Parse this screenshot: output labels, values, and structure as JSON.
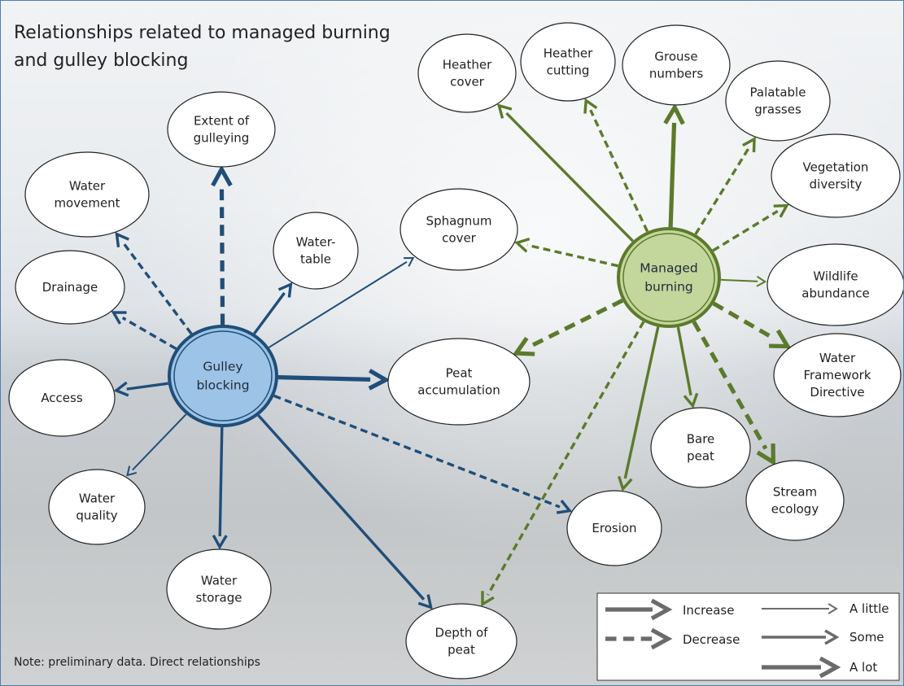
{
  "title_lines": [
    "Relationships related to managed burning",
    "and gulley blocking"
  ],
  "note": "Note: preliminary data. Direct relationships",
  "colors": {
    "gulley": "#1f4e79",
    "burning": "#5c7a2c",
    "gulley_fill": "#9dc3e6",
    "burning_fill": "#c3d69b",
    "legend": "#6b6b6b"
  },
  "hubs": [
    {
      "id": "gulley",
      "lines": [
        "Gulley",
        "blocking"
      ]
    },
    {
      "id": "burning",
      "lines": [
        "Managed",
        "burning"
      ]
    }
  ],
  "nodes": [
    {
      "id": "extent_gulleying",
      "lines": [
        "Extent of",
        "gulleying"
      ]
    },
    {
      "id": "water_movement",
      "lines": [
        "Water",
        "movement"
      ]
    },
    {
      "id": "drainage",
      "lines": [
        "Drainage"
      ]
    },
    {
      "id": "access",
      "lines": [
        "Access"
      ]
    },
    {
      "id": "water_quality",
      "lines": [
        "Water",
        "quality"
      ]
    },
    {
      "id": "water_storage",
      "lines": [
        "Water",
        "storage"
      ]
    },
    {
      "id": "water_table",
      "lines": [
        "Water-",
        "table"
      ]
    },
    {
      "id": "sphagnum_cover",
      "lines": [
        "Sphagnum",
        "cover"
      ]
    },
    {
      "id": "peat_accumulation",
      "lines": [
        "Peat",
        "accumulation"
      ]
    },
    {
      "id": "depth_of_peat",
      "lines": [
        "Depth of",
        "peat"
      ]
    },
    {
      "id": "erosion",
      "lines": [
        "Erosion"
      ]
    },
    {
      "id": "heather_cover",
      "lines": [
        "Heather",
        "cover"
      ]
    },
    {
      "id": "heather_cutting",
      "lines": [
        "Heather",
        "cutting"
      ]
    },
    {
      "id": "grouse_numbers",
      "lines": [
        "Grouse",
        "numbers"
      ]
    },
    {
      "id": "palatable_grasses",
      "lines": [
        "Palatable",
        "grasses"
      ]
    },
    {
      "id": "vegetation_diversity",
      "lines": [
        "Vegetation",
        "diversity"
      ]
    },
    {
      "id": "wildlife_abundance",
      "lines": [
        "Wildlife",
        "abundance"
      ]
    },
    {
      "id": "water_framework_directive",
      "lines": [
        "Water",
        "Framework",
        "Directive"
      ]
    },
    {
      "id": "bare_peat",
      "lines": [
        "Bare",
        "peat"
      ]
    },
    {
      "id": "stream_ecology",
      "lines": [
        "Stream",
        "ecology"
      ]
    }
  ],
  "relationships": [
    {
      "from": "gulley",
      "to": "extent_gulleying",
      "effect": "decrease",
      "strength": "a lot"
    },
    {
      "from": "gulley",
      "to": "water_movement",
      "effect": "decrease",
      "strength": "some"
    },
    {
      "from": "gulley",
      "to": "drainage",
      "effect": "decrease",
      "strength": "some"
    },
    {
      "from": "gulley",
      "to": "access",
      "effect": "increase",
      "strength": "some"
    },
    {
      "from": "gulley",
      "to": "water_quality",
      "effect": "increase",
      "strength": "a little"
    },
    {
      "from": "gulley",
      "to": "water_storage",
      "effect": "increase",
      "strength": "some"
    },
    {
      "from": "gulley",
      "to": "water_table",
      "effect": "increase",
      "strength": "some"
    },
    {
      "from": "gulley",
      "to": "sphagnum_cover",
      "effect": "increase",
      "strength": "a little"
    },
    {
      "from": "gulley",
      "to": "peat_accumulation",
      "effect": "increase",
      "strength": "a lot"
    },
    {
      "from": "gulley",
      "to": "depth_of_peat",
      "effect": "increase",
      "strength": "some"
    },
    {
      "from": "gulley",
      "to": "erosion",
      "effect": "decrease",
      "strength": "some"
    },
    {
      "from": "burning",
      "to": "heather_cover",
      "effect": "increase",
      "strength": "some"
    },
    {
      "from": "burning",
      "to": "heather_cutting",
      "effect": "decrease",
      "strength": "some"
    },
    {
      "from": "burning",
      "to": "grouse_numbers",
      "effect": "increase",
      "strength": "a lot"
    },
    {
      "from": "burning",
      "to": "palatable_grasses",
      "effect": "decrease",
      "strength": "some"
    },
    {
      "from": "burning",
      "to": "vegetation_diversity",
      "effect": "decrease",
      "strength": "some"
    },
    {
      "from": "burning",
      "to": "wildlife_abundance",
      "effect": "increase",
      "strength": "a little"
    },
    {
      "from": "burning",
      "to": "water_framework_directive",
      "effect": "decrease",
      "strength": "a lot"
    },
    {
      "from": "burning",
      "to": "stream_ecology",
      "effect": "decrease",
      "strength": "a lot"
    },
    {
      "from": "burning",
      "to": "bare_peat",
      "effect": "increase",
      "strength": "some"
    },
    {
      "from": "burning",
      "to": "erosion",
      "effect": "increase",
      "strength": "some"
    },
    {
      "from": "burning",
      "to": "depth_of_peat",
      "effect": "decrease",
      "strength": "some"
    },
    {
      "from": "burning",
      "to": "peat_accumulation",
      "effect": "decrease",
      "strength": "a lot"
    },
    {
      "from": "burning",
      "to": "sphagnum_cover",
      "effect": "decrease",
      "strength": "some"
    }
  ],
  "legend": {
    "increase": "Increase",
    "decrease": "Decrease",
    "a_little": "A little",
    "some": "Some",
    "a_lot": "A lot"
  }
}
